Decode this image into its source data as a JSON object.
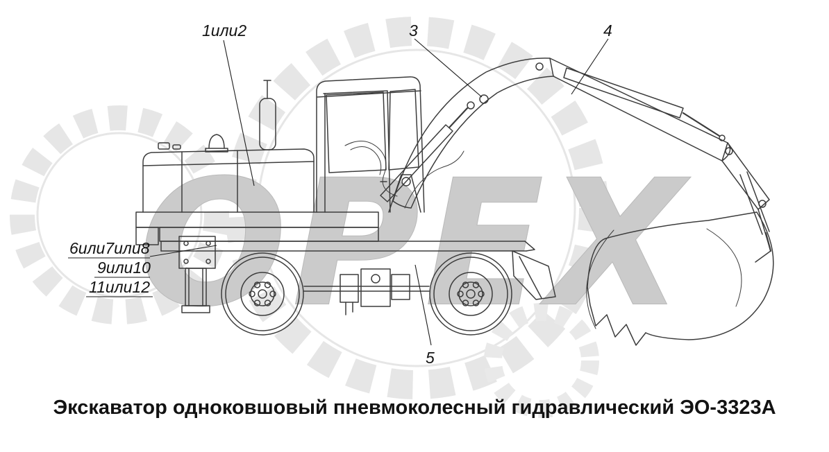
{
  "diagram": {
    "title": "Экскаватор одноковшовый пневмоколесный гидравлический ЭО-3323А",
    "watermark": "ОРЕХ",
    "callouts": [
      {
        "id": "pos-1-2",
        "label": "1или2"
      },
      {
        "id": "pos-3",
        "label": "3"
      },
      {
        "id": "pos-4",
        "label": "4"
      },
      {
        "id": "pos-5",
        "label": "5"
      },
      {
        "id": "pos-6-7-8",
        "label": "6или7или8"
      },
      {
        "id": "pos-9-10",
        "label": "9или10"
      },
      {
        "id": "pos-11-12",
        "label": "11или12"
      }
    ]
  }
}
